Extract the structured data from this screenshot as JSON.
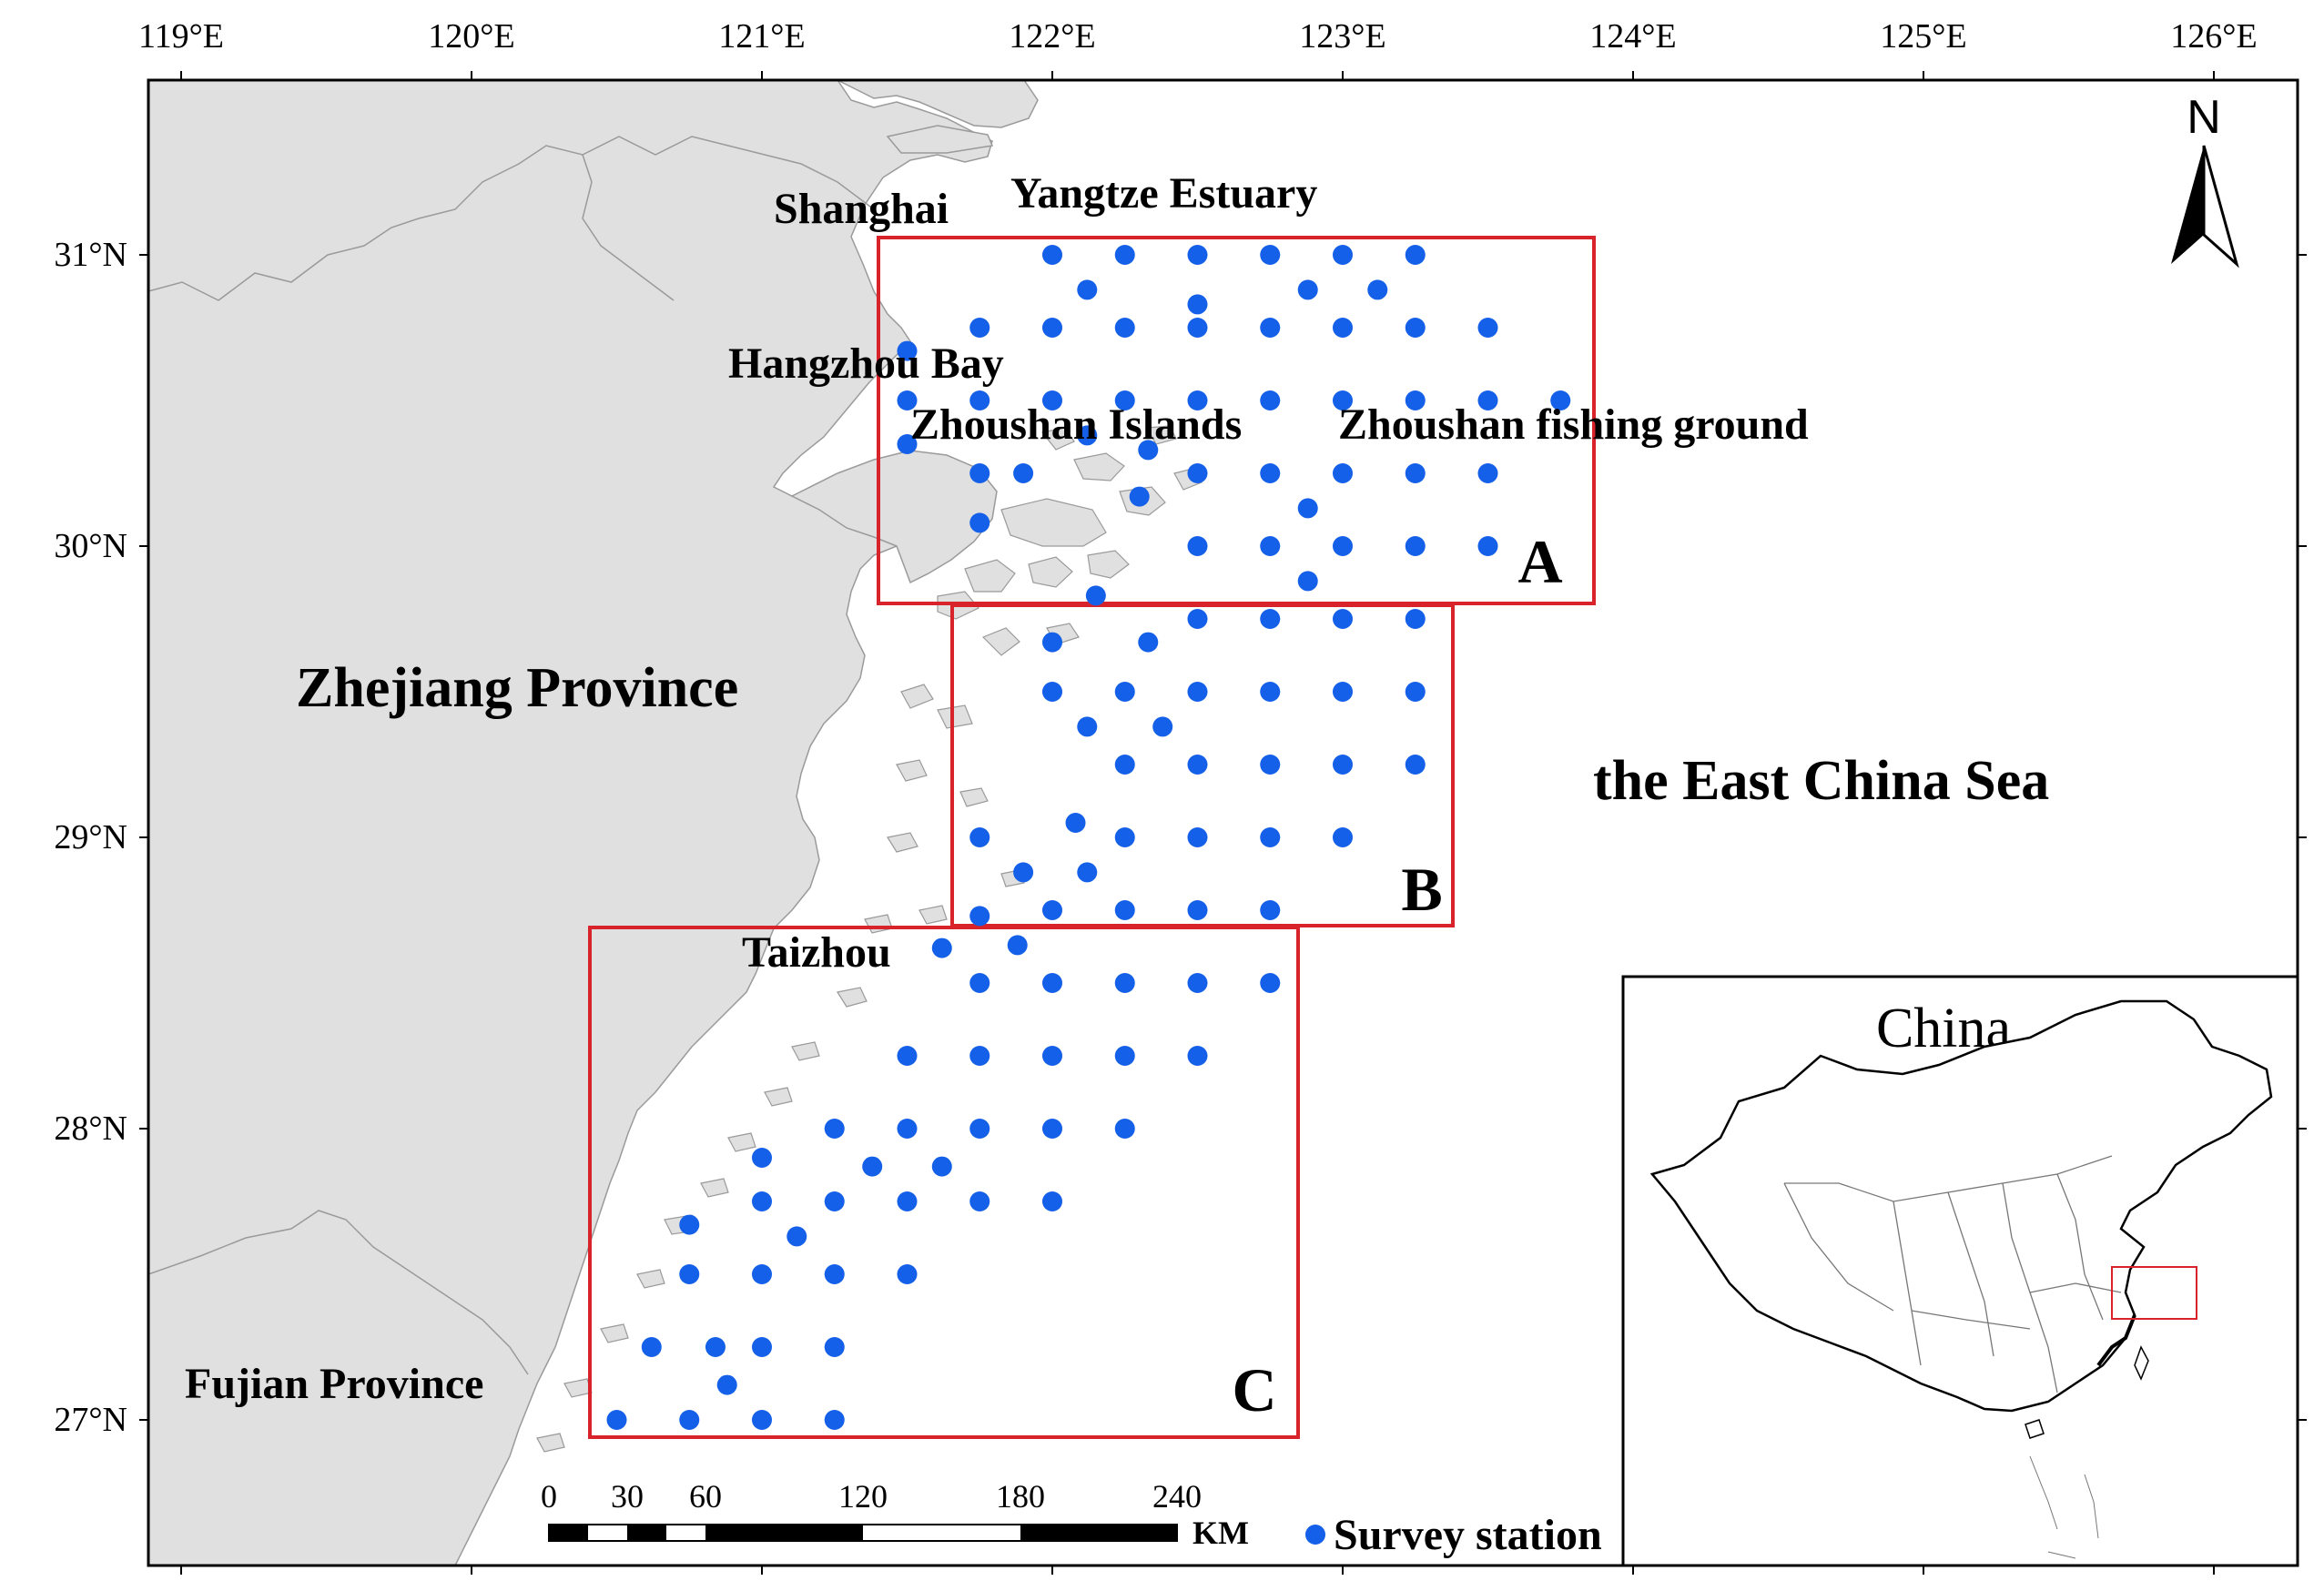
{
  "axes": {
    "lon_labels": [
      "119°E",
      "120°E",
      "121°E",
      "122°E",
      "123°E",
      "124°E",
      "125°E",
      "126°E"
    ],
    "lat_labels": [
      "31°N",
      "30°N",
      "29°N",
      "28°N",
      "27°N"
    ]
  },
  "labels": {
    "shanghai": "Shanghai",
    "yangtze": "Yangtze Estuary",
    "hangzhou_bay": "Hangzhou Bay",
    "zhoushan_islands": "Zhoushan Islands",
    "zhoushan_fishing": "Zhoushan fishing ground",
    "zhejiang": "Zhejiang Province",
    "east_china_sea": "the East China Sea",
    "taizhou": "Taizhou",
    "fujian": "Fujian Province"
  },
  "boxes": {
    "a": "A",
    "b": "B",
    "c": "C"
  },
  "north_arrow": {
    "label": "N",
    "icon": "north-arrow-icon"
  },
  "scale_bar": {
    "ticks": [
      "0",
      "30",
      "60",
      "120",
      "180",
      "240"
    ],
    "unit": "KM"
  },
  "legend": {
    "label": "Survey station",
    "color": "#1560e8"
  },
  "inset": {
    "title": "China"
  },
  "colors": {
    "land": "#e0e0e0",
    "box": "#d9232b",
    "station": "#1560e8"
  },
  "stations": [
    [
      122,
      31
    ],
    [
      122.25,
      31
    ],
    [
      122.5,
      31
    ],
    [
      122.75,
      31
    ],
    [
      123,
      31
    ],
    [
      123.25,
      31
    ],
    [
      122.12,
      30.88
    ],
    [
      122.5,
      30.83
    ],
    [
      122.88,
      30.88
    ],
    [
      123.12,
      30.88
    ],
    [
      121.75,
      30.75
    ],
    [
      122,
      30.75
    ],
    [
      122.25,
      30.75
    ],
    [
      122.5,
      30.75
    ],
    [
      122.75,
      30.75
    ],
    [
      123,
      30.75
    ],
    [
      123.25,
      30.75
    ],
    [
      123.5,
      30.75
    ],
    [
      121.5,
      30.67
    ],
    [
      121.5,
      30.5
    ],
    [
      121.75,
      30.5
    ],
    [
      122,
      30.5
    ],
    [
      122.25,
      30.5
    ],
    [
      122.5,
      30.5
    ],
    [
      122.75,
      30.5
    ],
    [
      123,
      30.5
    ],
    [
      123.25,
      30.5
    ],
    [
      123.5,
      30.5
    ],
    [
      123.75,
      30.5
    ],
    [
      121.5,
      30.35
    ],
    [
      122.12,
      30.38
    ],
    [
      122.33,
      30.33
    ],
    [
      121.75,
      30.25
    ],
    [
      121.9,
      30.25
    ],
    [
      122.5,
      30.25
    ],
    [
      122.75,
      30.25
    ],
    [
      123,
      30.25
    ],
    [
      123.25,
      30.25
    ],
    [
      123.5,
      30.25
    ],
    [
      122.3,
      30.17
    ],
    [
      122.88,
      30.13
    ],
    [
      121.75,
      30.08
    ],
    [
      122.5,
      30
    ],
    [
      122.75,
      30
    ],
    [
      123,
      30
    ],
    [
      123.25,
      30
    ],
    [
      123.5,
      30
    ],
    [
      122.88,
      29.88
    ],
    [
      122.15,
      29.83
    ],
    [
      122.5,
      29.75
    ],
    [
      122.75,
      29.75
    ],
    [
      123,
      29.75
    ],
    [
      123.25,
      29.75
    ],
    [
      122,
      29.67
    ],
    [
      122.33,
      29.67
    ],
    [
      122,
      29.5
    ],
    [
      122.25,
      29.5
    ],
    [
      122.5,
      29.5
    ],
    [
      122.75,
      29.5
    ],
    [
      123,
      29.5
    ],
    [
      123.25,
      29.5
    ],
    [
      122.12,
      29.38
    ],
    [
      122.38,
      29.38
    ],
    [
      122.25,
      29.25
    ],
    [
      122.5,
      29.25
    ],
    [
      122.75,
      29.25
    ],
    [
      123,
      29.25
    ],
    [
      123.25,
      29.25
    ],
    [
      122.08,
      29.05
    ],
    [
      121.75,
      29
    ],
    [
      122.25,
      29
    ],
    [
      122.5,
      29
    ],
    [
      122.75,
      29
    ],
    [
      123,
      29
    ],
    [
      121.9,
      28.88
    ],
    [
      122.12,
      28.88
    ],
    [
      121.75,
      28.73
    ],
    [
      122,
      28.75
    ],
    [
      122.25,
      28.75
    ],
    [
      122.5,
      28.75
    ],
    [
      122.75,
      28.75
    ],
    [
      121.62,
      28.62
    ],
    [
      121.88,
      28.63
    ],
    [
      121.75,
      28.5
    ],
    [
      122,
      28.5
    ],
    [
      122.25,
      28.5
    ],
    [
      122.5,
      28.5
    ],
    [
      122.75,
      28.5
    ],
    [
      121.5,
      28.25
    ],
    [
      121.75,
      28.25
    ],
    [
      122,
      28.25
    ],
    [
      122.25,
      28.25
    ],
    [
      122.5,
      28.25
    ],
    [
      121.25,
      28
    ],
    [
      121.5,
      28
    ],
    [
      121.75,
      28
    ],
    [
      122,
      28
    ],
    [
      122.25,
      28
    ],
    [
      121,
      27.9
    ],
    [
      121.38,
      27.87
    ],
    [
      121.62,
      27.87
    ],
    [
      121,
      27.75
    ],
    [
      121.25,
      27.75
    ],
    [
      121.5,
      27.75
    ],
    [
      121.75,
      27.75
    ],
    [
      122,
      27.75
    ],
    [
      120.75,
      27.67
    ],
    [
      121.12,
      27.63
    ],
    [
      120.75,
      27.5
    ],
    [
      121,
      27.5
    ],
    [
      121.25,
      27.5
    ],
    [
      121.5,
      27.5
    ],
    [
      120.62,
      27.25
    ],
    [
      120.84,
      27.25
    ],
    [
      121,
      27.25
    ],
    [
      121.25,
      27.25
    ],
    [
      120.88,
      27.12
    ],
    [
      120.5,
      27
    ],
    [
      120.75,
      27
    ],
    [
      121,
      27
    ],
    [
      121.25,
      27
    ]
  ]
}
